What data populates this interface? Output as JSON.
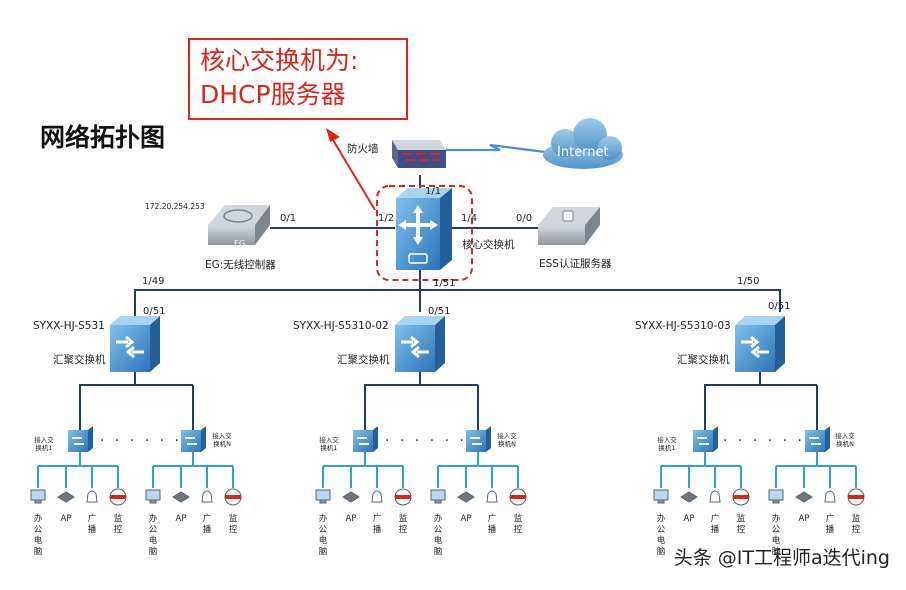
{
  "callout": {
    "line1": "核心交换机为:",
    "line2": "DHCP服务器"
  },
  "title": "网络拓扑图",
  "top": {
    "firewall_label": "防火墙",
    "internet_label": "Internet",
    "ip_label": "172.20.254.253",
    "eg_port": "0/1",
    "eg_label": "EG:无线控制器",
    "eg_text": "EG",
    "core_label": "核心交换机",
    "core_port_top": "1/1",
    "core_port_left": "1/2",
    "core_port_right": "1/4",
    "core_port_bottom": "1/51",
    "ess_port": "0/0",
    "ess_label": "ESS认证服务器"
  },
  "trunk": {
    "left_port": "1/49",
    "right_port": "1/50"
  },
  "aggregation": [
    {
      "name": "SYXX-HJ-S531",
      "port": "0/51",
      "role": "汇聚交换机"
    },
    {
      "name": "SYXX-HJ-S5310-02",
      "port": "0/51",
      "role": "汇聚交换机"
    },
    {
      "name": "SYXX-HJ-S5310-03",
      "port": "0/51",
      "role": "汇聚交换机"
    }
  ],
  "access": {
    "left_label": "接入交换机1",
    "right_label": "接入交换机N",
    "dots": "· · · · · ·"
  },
  "endpoints": [
    "办公电脑",
    "AP",
    "广播",
    "监控"
  ],
  "watermark": "头条 @IT工程师a迭代ing",
  "colors": {
    "line_navy": "#1f3a74",
    "line_cyan": "#2aa3d9",
    "callout_red": "#d9261c",
    "switch_blue": "#3d8fd0"
  }
}
